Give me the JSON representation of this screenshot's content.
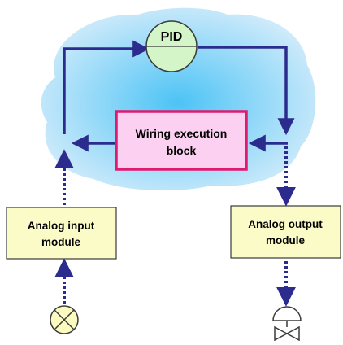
{
  "diagram": {
    "pid_label": "PID",
    "wiring_block": {
      "line1": "Wiring execution",
      "line2": "block"
    },
    "analog_input": {
      "line1": "Analog input",
      "line2": "module"
    },
    "analog_output": {
      "line1": "Analog output",
      "line2": "module"
    }
  },
  "colors": {
    "cloud_center": "#4cc3f5",
    "cloud_edge": "#d4ecfb",
    "arrow": "#2b2c8e",
    "pid_fill": "#d4f5c8",
    "wiring_fill": "#fbd0f0",
    "wiring_border": "#e01a6e",
    "module_fill": "#fbfbc7",
    "sensor_fill": "#fbfbc0",
    "valve_fill": "#ffffff"
  },
  "icons": {
    "sensor": "lamp-sensor-icon",
    "valve": "control-valve-icon"
  }
}
